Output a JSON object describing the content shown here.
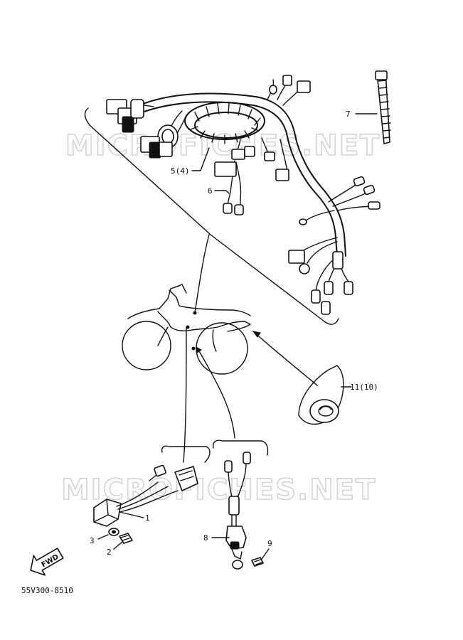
{
  "watermark": "MICROFICHES.NET",
  "fwd_label": "FWD",
  "doc_code": "55V300-8510",
  "callouts": {
    "p1": "1",
    "p2": "2",
    "p3": "3",
    "p5": "5(4)",
    "p6": "6",
    "p7": "7",
    "p8": "8",
    "p9": "9",
    "p11": "11(10)"
  }
}
